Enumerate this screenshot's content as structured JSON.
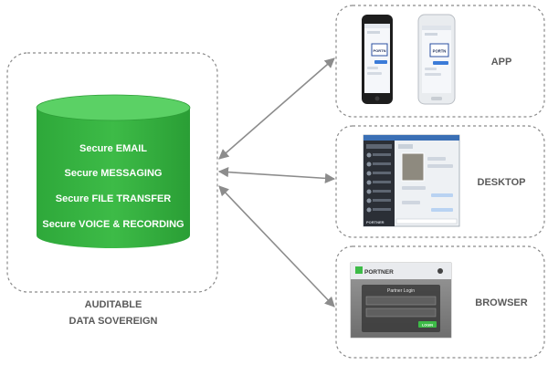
{
  "server": {
    "services": [
      "Secure EMAIL",
      "Secure MESSAGING",
      "Secure FILE TRANSFER",
      "Secure VOICE & RECORDING"
    ],
    "caption_line1": "AUDITABLE",
    "caption_line2": "DATA SOVEREIGN",
    "cylinder_color": "#3dbb47",
    "cylinder_top_color": "#5bd165"
  },
  "clients": {
    "app": {
      "label": "APP",
      "logo_text": "PORTN"
    },
    "desktop": {
      "label": "DESKTOP",
      "brand": "PORTNER"
    },
    "browser": {
      "label": "BROWSER",
      "brand": "PORTNER",
      "login_title": "Partner Login",
      "button": "LOGIN"
    }
  },
  "colors": {
    "dash_border": "#8a8a8a",
    "arrow": "#8c8c8c",
    "text": "#5a5a5a"
  }
}
